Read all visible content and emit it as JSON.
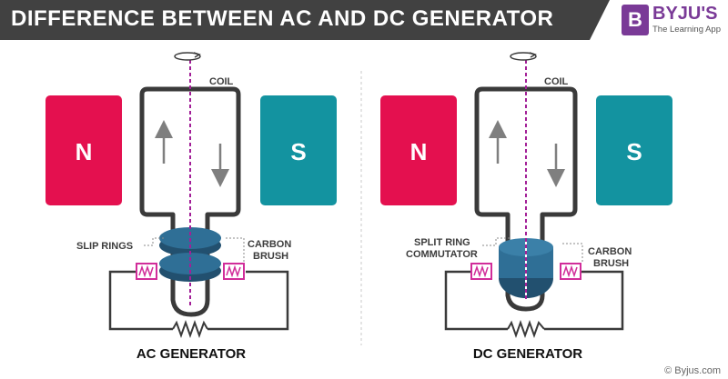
{
  "header": {
    "title": "DIFFERENCE BETWEEN AC AND DC GENERATOR"
  },
  "logo": {
    "mark": "B",
    "name": "BYJU'S",
    "tagline": "The Learning App"
  },
  "colors": {
    "north": "#e4104f",
    "south": "#1393a0",
    "ring": "#2f6f96",
    "brush": "#d12d9a",
    "axis": "#a21f97",
    "coil": "#3a3a3a"
  },
  "ac": {
    "coil_label": "COIL",
    "north_label": "N",
    "south_label": "S",
    "slip_rings_label": "SLIP RINGS",
    "carbon_brush_label_1": "CARBON",
    "carbon_brush_label_2": "BRUSH",
    "caption": "AC GENERATOR"
  },
  "dc": {
    "coil_label": "COIL",
    "north_label": "N",
    "south_label": "S",
    "commutator_label_1": "SPLIT RING",
    "commutator_label_2": "COMMUTATOR",
    "carbon_brush_label_1": "CARBON",
    "carbon_brush_label_2": "BRUSH",
    "caption": "DC GENERATOR"
  },
  "footer": {
    "credit": "© Byjus.com"
  }
}
